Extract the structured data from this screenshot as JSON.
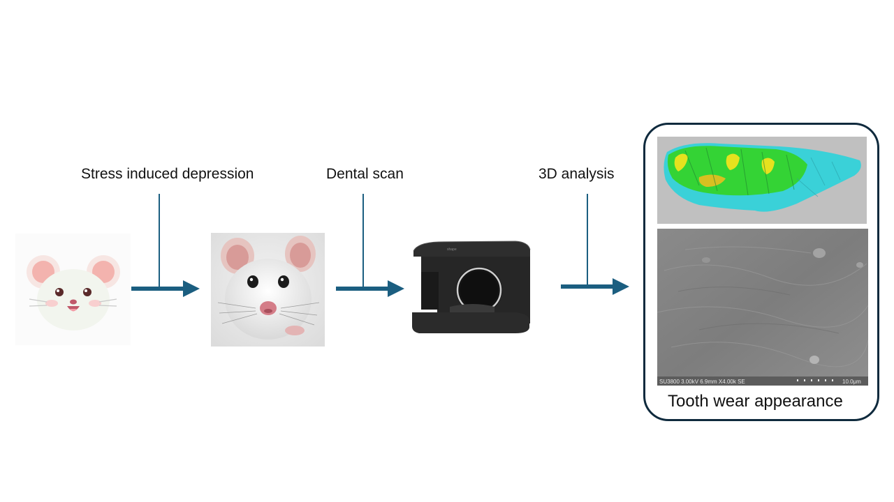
{
  "steps": {
    "stress_label": "Stress induced depression",
    "scan_label": "Dental scan",
    "analysis_label": "3D analysis"
  },
  "result": {
    "caption": "Tooth wear appearance",
    "sem_info_left": "SU3800 3.00kV 6.9mm X4.00k SE",
    "sem_scale": "10.0μm"
  },
  "colors": {
    "accent": "#1b5e80",
    "panel_border": "#0f2a3d"
  }
}
